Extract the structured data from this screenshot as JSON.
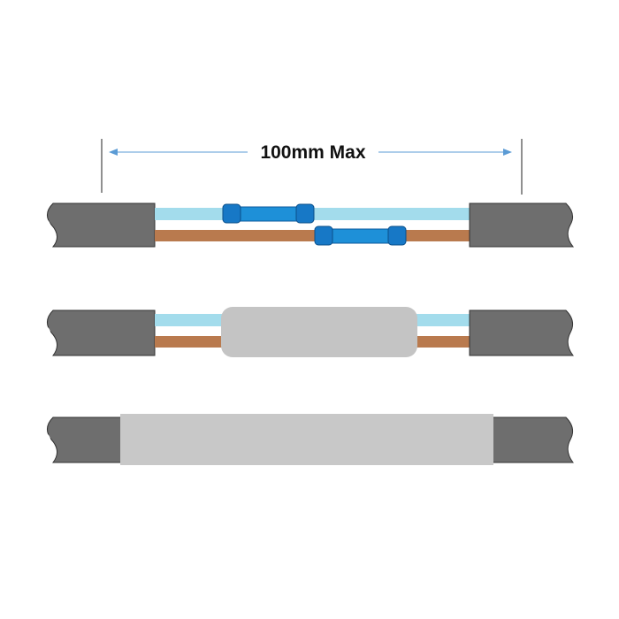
{
  "dimension": {
    "label": "100mm Max"
  },
  "colors": {
    "background": "#ffffff",
    "cable_sheath": "#6e6e6e",
    "sheath_outline": "#333333",
    "wire_blue": "#a3dcec",
    "wire_brown": "#b97a4e",
    "crimp_connector": "#1e90d8",
    "crimp_ferrule": "#1778c6",
    "heat_shrink_inner": "#c4c4c4",
    "heat_shrink_outer": "#c8c8c8",
    "dimension_line": "#5b9bd5"
  },
  "stages": [
    {
      "stage": "crimped-connectors"
    },
    {
      "stage": "inner-heat-shrink"
    },
    {
      "stage": "outer-heat-shrink"
    }
  ]
}
